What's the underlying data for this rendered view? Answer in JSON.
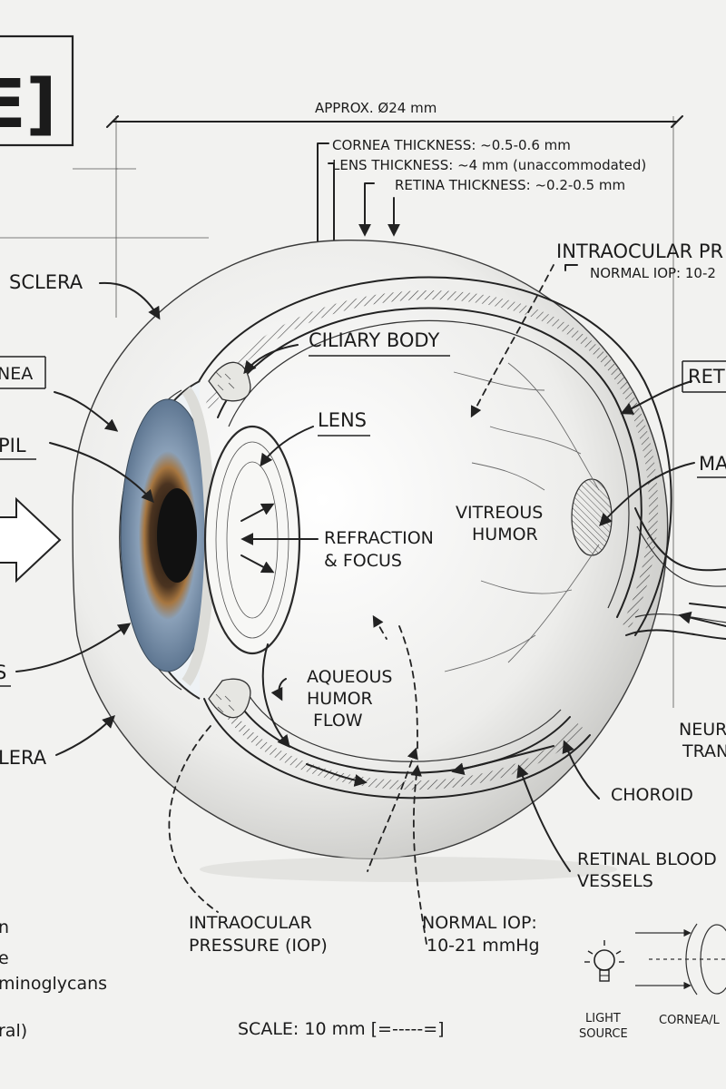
{
  "title_fragment": "E]",
  "dimensions": {
    "diameter": "APPROX. Ø24 mm",
    "cornea_thickness": "CORNEA THICKNESS: ~0.5-0.6 mm",
    "lens_thickness": "LENS THICKNESS: ~4 mm (unaccommodated)",
    "retina_thickness": "RETINA THICKNESS: ~0.2-0.5 mm"
  },
  "labels": {
    "sclera_top": "SCLERA",
    "cornea": "NEA",
    "pupil": "PIL",
    "iris": "S",
    "sclera_bottom": "LERA",
    "ciliary_body": "CILIARY BODY",
    "lens": "LENS",
    "refraction_1": "REFRACTION",
    "refraction_2": "& FOCUS",
    "vitreous_1": "VITREOUS",
    "vitreous_2": "HUMOR",
    "aqueous_1": "AQUEOUS",
    "aqueous_2": "HUMOR",
    "aqueous_3": "FLOW",
    "iop_title": "INTRAOCULAR PR",
    "iop_sub": "NORMAL IOP: 10-2",
    "retina": "RET",
    "macula": "MA",
    "neural_1": "NEUR",
    "neural_2": "TRAN",
    "choroid": "CHOROID",
    "vessels_1": "RETINAL BLOOD",
    "vessels_2": "VESSELS",
    "iop_bottom_1": "INTRAOCULAR",
    "iop_bottom_2": "PRESSURE (IOP)",
    "normal_iop_1": "NORMAL IOP:",
    "normal_iop_2": "10-21 mmHg"
  },
  "notes": {
    "line1": "n",
    "line2": "e",
    "line3": "minoglycans",
    "line4": "ral)"
  },
  "scale": "SCALE: 10 mm [=-----=]",
  "legend": {
    "light_1": "LIGHT",
    "light_2": "SOURCE",
    "cornea_lens": "CORNEA/L"
  }
}
